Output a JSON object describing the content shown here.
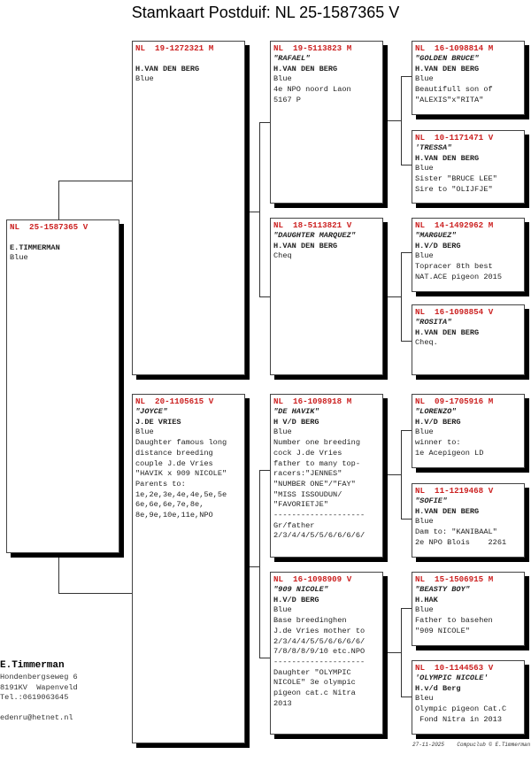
{
  "title": "Stamkaart Postduif: NL  25-1587365 V",
  "boxes": {
    "subject": [
      {
        "t": "NL  25-1587365 V",
        "k": "hdr"
      },
      {
        "t": "",
        "k": ""
      },
      {
        "t": "E.TIMMERMAN",
        "k": "owner"
      },
      {
        "t": "Blue",
        "k": ""
      }
    ],
    "sire": [
      {
        "t": "NL  19-1272321 M",
        "k": "hdr"
      },
      {
        "t": "",
        "k": ""
      },
      {
        "t": "H.VAN DEN BERG",
        "k": "owner"
      },
      {
        "t": "Blue",
        "k": ""
      }
    ],
    "dam": [
      {
        "t": "NL  20-1105615 V",
        "k": "hdr"
      },
      {
        "t": "\"JOYCE\"",
        "k": "name"
      },
      {
        "t": "J.DE VRIES",
        "k": "owner"
      },
      {
        "t": "Blue",
        "k": ""
      },
      {
        "t": "Daughter famous long",
        "k": ""
      },
      {
        "t": "distance breeding",
        "k": ""
      },
      {
        "t": "couple J.de Vries",
        "k": ""
      },
      {
        "t": "\"HAVIK x 909 NICOLE\"",
        "k": ""
      },
      {
        "t": "Parents to:",
        "k": ""
      },
      {
        "t": "1e,2e,3e,4e,4e,5e,5e",
        "k": ""
      },
      {
        "t": "6e,6e,6e,7e,8e,",
        "k": ""
      },
      {
        "t": "8e,9e,10e,11e,NPO",
        "k": ""
      }
    ],
    "ss": [
      {
        "t": "NL  19-5113823 M",
        "k": "hdr"
      },
      {
        "t": "\"RAFAEL\"",
        "k": "name"
      },
      {
        "t": "H.VAN DEN BERG",
        "k": "owner"
      },
      {
        "t": "Blue",
        "k": ""
      },
      {
        "t": "4e NPO noord Laon",
        "k": ""
      },
      {
        "t": "5167 P",
        "k": ""
      }
    ],
    "sd": [
      {
        "t": "NL  18-5113821 V",
        "k": "hdr"
      },
      {
        "t": "\"DAUGHTER MARQUEZ\"",
        "k": "name"
      },
      {
        "t": "H.VAN DEN BERG",
        "k": "owner"
      },
      {
        "t": "Cheq",
        "k": ""
      }
    ],
    "ds": [
      {
        "t": "NL  16-1098918 M",
        "k": "hdr"
      },
      {
        "t": "\"DE HAVIK\"",
        "k": "name"
      },
      {
        "t": "H V/D BERG",
        "k": "owner"
      },
      {
        "t": "Blue",
        "k": ""
      },
      {
        "t": "Number one breeding",
        "k": ""
      },
      {
        "t": "cock J.de Vries",
        "k": ""
      },
      {
        "t": "father to many top-",
        "k": ""
      },
      {
        "t": "racers:\"JENNES\"",
        "k": ""
      },
      {
        "t": "\"NUMBER ONE\"/\"FAY\"",
        "k": ""
      },
      {
        "t": "\"MISS ISSOUDUN/",
        "k": ""
      },
      {
        "t": "\"FAVORIETJE\"",
        "k": ""
      },
      {
        "t": "--------------------",
        "k": ""
      },
      {
        "t": "Gr/father",
        "k": ""
      },
      {
        "t": "2/3/4/4/5/5/6/6/6/6/",
        "k": ""
      }
    ],
    "dd": [
      {
        "t": "NL  16-1098909 V",
        "k": "hdr"
      },
      {
        "t": "\"909 NICOLE\"",
        "k": "name"
      },
      {
        "t": "H.V/D BERG",
        "k": "owner"
      },
      {
        "t": "Blue",
        "k": ""
      },
      {
        "t": "Base breedinghen",
        "k": ""
      },
      {
        "t": "J.de Vries mother to",
        "k": ""
      },
      {
        "t": "2/3/4/4/5/5/6/6/6/6/",
        "k": ""
      },
      {
        "t": "7/8/8/8/9/10 etc.NPO",
        "k": ""
      },
      {
        "t": "--------------------",
        "k": ""
      },
      {
        "t": "Daughter \"OLYMPIC",
        "k": ""
      },
      {
        "t": "NICOLE\" 3e olympic",
        "k": ""
      },
      {
        "t": "pigeon cat.c Nitra",
        "k": ""
      },
      {
        "t": "2013",
        "k": ""
      }
    ],
    "sss": [
      {
        "t": "NL  16-1098814 M",
        "k": "hdr"
      },
      {
        "t": "\"GOLDEN BRUCE\"",
        "k": "name"
      },
      {
        "t": "H.VAN DEN BERG",
        "k": "owner"
      },
      {
        "t": "Blue",
        "k": ""
      },
      {
        "t": "Beautifull son of",
        "k": ""
      },
      {
        "t": "\"ALEXIS\"x\"RITA\"",
        "k": ""
      }
    ],
    "ssd": [
      {
        "t": "NL  10-1171471 V",
        "k": "hdr"
      },
      {
        "t": "'TRESSA\"",
        "k": "name"
      },
      {
        "t": "H.VAN DEN BERG",
        "k": "owner"
      },
      {
        "t": "Blue",
        "k": ""
      },
      {
        "t": "Sister \"BRUCE LEE\"",
        "k": ""
      },
      {
        "t": "Sire to \"OLIJFJE\"",
        "k": ""
      }
    ],
    "sds": [
      {
        "t": "NL  14-1492962 M",
        "k": "hdr"
      },
      {
        "t": "\"MARGUEZ\"",
        "k": "name"
      },
      {
        "t": "H.V/D BERG",
        "k": "owner"
      },
      {
        "t": "Blue",
        "k": ""
      },
      {
        "t": "Topracer 8th best",
        "k": ""
      },
      {
        "t": "NAT.ACE pigeon 2015",
        "k": ""
      }
    ],
    "sdd": [
      {
        "t": "NL  16-1098854 V",
        "k": "hdr"
      },
      {
        "t": "\"ROSITA\"",
        "k": "name"
      },
      {
        "t": "H.VAN DEN BERG",
        "k": "owner"
      },
      {
        "t": "Cheq.",
        "k": ""
      }
    ],
    "dss": [
      {
        "t": "NL  09-1705916 M",
        "k": "hdr"
      },
      {
        "t": "\"LORENZO\"",
        "k": "name"
      },
      {
        "t": "H.V/D BERG",
        "k": "owner"
      },
      {
        "t": "Blue",
        "k": ""
      },
      {
        "t": "winner to:",
        "k": ""
      },
      {
        "t": "1e Acepigeon LD",
        "k": ""
      }
    ],
    "dsd": [
      {
        "t": "NL  11-1219468 V",
        "k": "hdr"
      },
      {
        "t": "\"SOFIE\"",
        "k": "name"
      },
      {
        "t": "H.VAN DEN BERG",
        "k": "owner"
      },
      {
        "t": "Blue",
        "k": ""
      },
      {
        "t": "Dam to: \"KANIBAAL\"",
        "k": ""
      },
      {
        "t": "2e NPO Blois    2261",
        "k": ""
      }
    ],
    "dds": [
      {
        "t": "NL  15-1506915 M",
        "k": "hdr"
      },
      {
        "t": "\"BEASTY BOY\"",
        "k": "name"
      },
      {
        "t": "H.HAK",
        "k": "owner"
      },
      {
        "t": "Blue",
        "k": ""
      },
      {
        "t": "Father to basehen",
        "k": ""
      },
      {
        "t": "\"909 NICOLE\"",
        "k": ""
      }
    ],
    "ddd": [
      {
        "t": "NL  10-1144563 V",
        "k": "hdr"
      },
      {
        "t": "'OLYMPIC NICOLE'",
        "k": "name"
      },
      {
        "t": "H.v/d Berg",
        "k": "owner"
      },
      {
        "t": "Bleu",
        "k": ""
      },
      {
        "t": "Olympic pigeon Cat.C",
        "k": ""
      },
      {
        "t": " Fond Nitra in 2013",
        "k": ""
      }
    ]
  },
  "footer": {
    "name": "E.Timmerman",
    "street": "Hondenbergseweg 6",
    "city": "8191KV  Wapenveld",
    "phone": "Tel.:0619063645",
    "email": "edenru@hetnet.nl"
  },
  "stamp": "27-11-2025    Compuclub © E.Timmerman"
}
